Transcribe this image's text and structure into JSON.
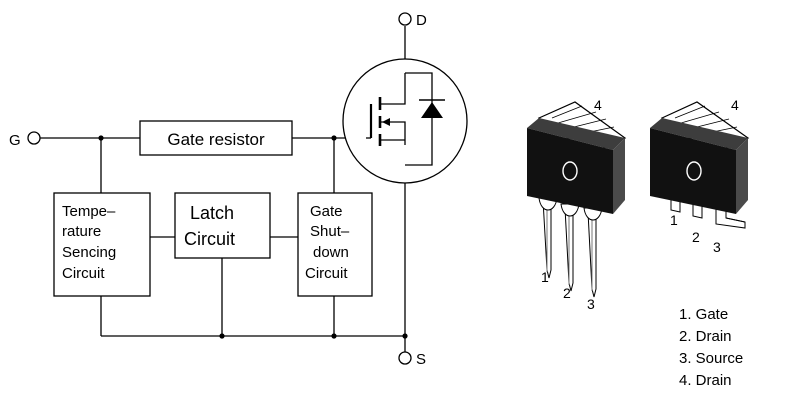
{
  "terminals": {
    "gate": "G",
    "drain": "D",
    "source": "S"
  },
  "blocks": {
    "gate_resistor": "Gate resistor",
    "temperature": [
      "Tempe–",
      "rature",
      "Sencing",
      "Circuit"
    ],
    "latch": [
      "Latch",
      "Circuit"
    ],
    "shutdown": [
      "Gate",
      "Shut–",
      "down",
      "Circuit"
    ]
  },
  "package_left": {
    "pins": [
      "1",
      "2",
      "3"
    ],
    "tab": "4"
  },
  "package_right": {
    "pins": [
      "1",
      "2",
      "3"
    ],
    "tab": "4"
  },
  "legend": [
    "1. Gate",
    "2. Drain",
    "3. Source",
    "4. Drain"
  ]
}
